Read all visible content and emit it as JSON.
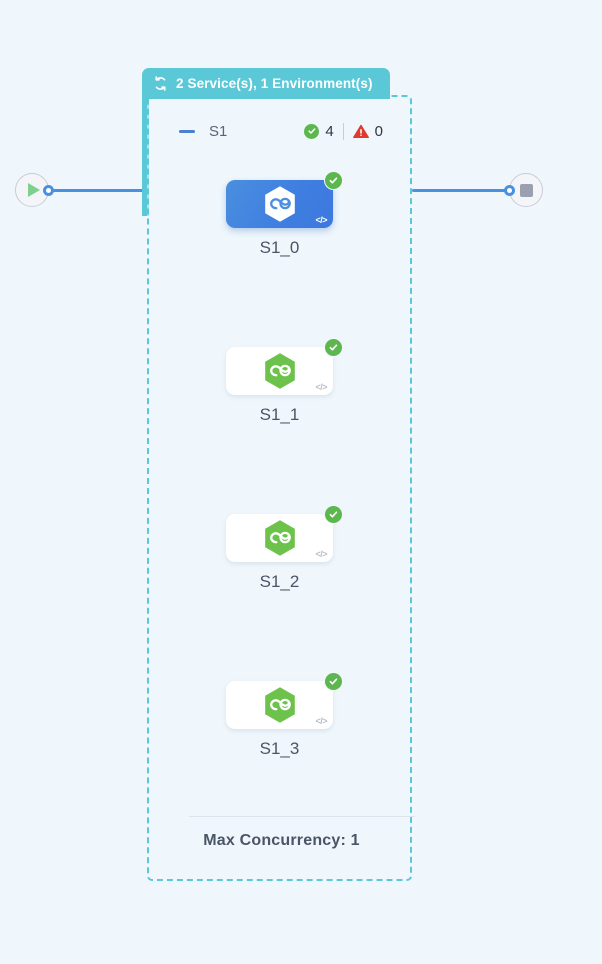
{
  "canvas": {
    "background_color": "#eff7fc"
  },
  "start_node": {
    "name": "start",
    "icon": "play-icon",
    "color": "#7ed08f"
  },
  "end_node": {
    "name": "end",
    "icon": "stop-icon",
    "color": "#9aa0b0"
  },
  "group": {
    "header_label": "2 Service(s), 1 Environment(s)",
    "header_icon": "loop-arrows-icon",
    "header_color": "#5bc8d8",
    "collapse_icon": "minus-icon",
    "name": "S1",
    "status": {
      "ok_icon": "check-circle-icon",
      "ok_count": "4",
      "ok_color": "#5db74f",
      "warn_icon": "warning-triangle-icon",
      "warn_count": "0",
      "warn_color": "#e03a2f"
    },
    "footer_label": "Max Concurrency: 1"
  },
  "nodes": [
    {
      "label": "S1_0",
      "selected": true,
      "icon": "hexagon-infinity-icon",
      "code_icon": "</>",
      "badge_icon": "check-badge-icon",
      "accent": "#3f7fe0"
    },
    {
      "label": "S1_1",
      "selected": false,
      "icon": "hexagon-infinity-icon",
      "code_icon": "</>",
      "badge_icon": "check-badge-icon",
      "accent": "#6cc24a"
    },
    {
      "label": "S1_2",
      "selected": false,
      "icon": "hexagon-infinity-icon",
      "code_icon": "</>",
      "badge_icon": "check-badge-icon",
      "accent": "#6cc24a"
    },
    {
      "label": "S1_3",
      "selected": false,
      "icon": "hexagon-infinity-icon",
      "code_icon": "</>",
      "badge_icon": "check-badge-icon",
      "accent": "#6cc24a"
    }
  ]
}
